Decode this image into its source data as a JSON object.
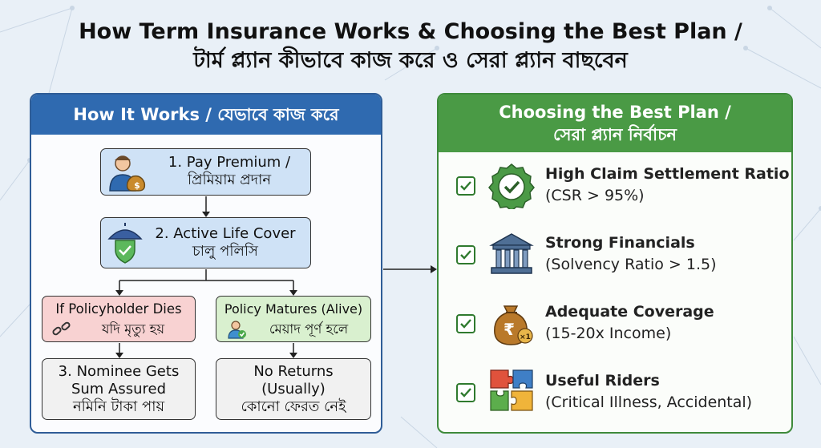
{
  "title": {
    "line1": "How Term Insurance Works & Choosing the Best Plan /",
    "line2": "টার্ম প্ল্যান কীভাবে কাজ করে ও সেরা প্ল্যান বাছবেন"
  },
  "left_panel": {
    "header": "How It Works / যেভাবে কাজ করে",
    "step1": {
      "line1": "1. Pay Premium /",
      "line2": "প্রিমিয়াম প্রদান",
      "icon": "person-money-bag-icon"
    },
    "step2": {
      "line1": "2. Active Life Cover",
      "line2": "চালু পলিসি",
      "icon": "umbrella-shield-icon"
    },
    "branch_death": {
      "line1": "If Policyholder Dies",
      "line2": "যদি মৃত্যু হয়",
      "icon": "broken-chain-icon"
    },
    "branch_mature": {
      "line1": "Policy Matures (Alive)",
      "line2": "মেয়াদ পূর্ণ হলে",
      "icon": "person-check-icon"
    },
    "result_death": {
      "line1": "3. Nominee Gets",
      "line2": "Sum Assured",
      "line3": "নমিনি টাকা পায়"
    },
    "result_mature": {
      "line1": "No Returns",
      "line2": "(Usually)",
      "line3": "কোনো ফেরত নেই"
    }
  },
  "right_panel": {
    "header_line1": "Choosing the Best Plan /",
    "header_line2": "সেরা প্ল্যান নির্বাচন",
    "criteria": [
      {
        "title": "High Claim Settlement Ratio",
        "sub": "(CSR > 95%)",
        "icon": "badge-check-icon"
      },
      {
        "title": "Strong Financials",
        "sub": "(Solvency Ratio > 1.5)",
        "icon": "bank-building-icon"
      },
      {
        "title": "Adequate Coverage",
        "sub": "(15-20x Income)",
        "icon": "rupee-bag-icon",
        "badge": "×1"
      },
      {
        "title": "Useful Riders",
        "sub": "(Critical Illness, Accidental)",
        "icon": "puzzle-pieces-icon"
      }
    ]
  },
  "colors": {
    "left_header": "#2f6ab0",
    "right_header": "#4a9a45",
    "blue_box": "#cfe2f6",
    "red_box": "#f8d2d2",
    "green_box": "#d9f0cf",
    "grey_box": "#f1f1f1"
  }
}
